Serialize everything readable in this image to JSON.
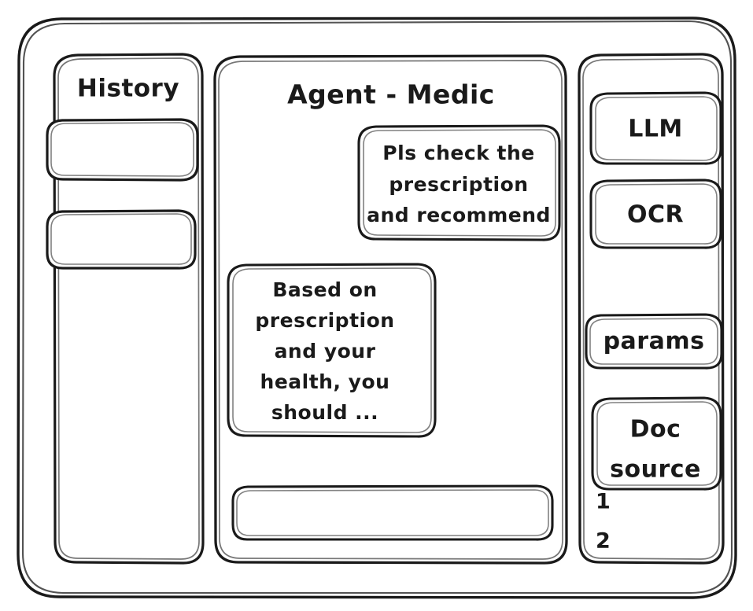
{
  "window": {
    "name": "agent-medic-wireframe",
    "style": "hand-drawn-wireframe",
    "stroke_color": "#1a1a1a",
    "background_color": "#ffffff"
  },
  "sidebar_left": {
    "title": "History",
    "items": [
      {
        "label": "",
        "name": "history-item-1"
      },
      {
        "label": "",
        "name": "history-item-2"
      }
    ]
  },
  "main": {
    "title": "Agent - Medic",
    "messages": [
      {
        "role": "user",
        "align": "right",
        "lines": [
          "Pls check the",
          "prescription",
          "and recommend"
        ]
      },
      {
        "role": "assistant",
        "align": "left",
        "lines": [
          "Based on",
          "prescription",
          "and your",
          "health, you",
          "should ..."
        ]
      }
    ],
    "composer": {
      "value": "",
      "placeholder": ""
    }
  },
  "sidebar_right": {
    "tools": [
      {
        "label": "LLM",
        "name": "tool-llm"
      },
      {
        "label": "OCR",
        "name": "tool-ocr"
      },
      {
        "label": "params",
        "name": "tool-params"
      }
    ],
    "doc_source": {
      "lines": [
        "Doc",
        "source"
      ],
      "list": [
        "1",
        "2"
      ]
    }
  }
}
